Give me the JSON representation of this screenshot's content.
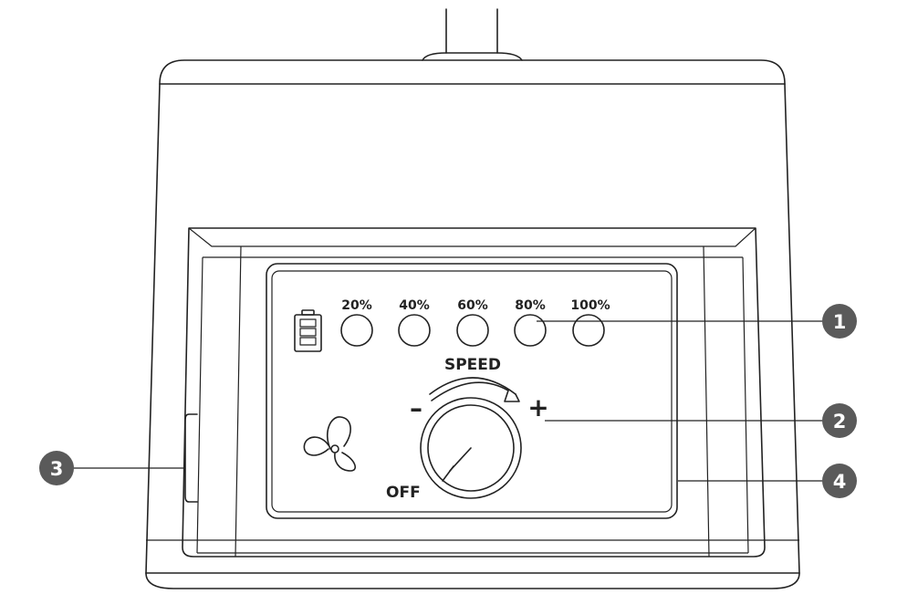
{
  "panel": {
    "speed_levels": [
      "20%",
      "40%",
      "60%",
      "80%",
      "100%"
    ],
    "speed_label": "SPEED",
    "minus_sign": "–",
    "plus_sign": "+",
    "off_label": "OFF",
    "icons": {
      "battery": "battery-icon",
      "fan": "fan-icon"
    }
  },
  "callouts": [
    "1",
    "2",
    "3",
    "4"
  ],
  "colors": {
    "line": "#222222",
    "callout_badge": "#5a5a5a",
    "background": "#ffffff"
  }
}
